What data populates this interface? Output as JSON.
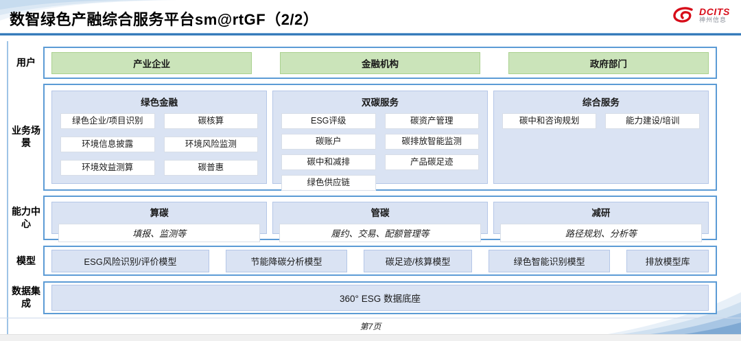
{
  "header": {
    "title": "数智绿色产融综合服务平台sm@rtGF（2/2）",
    "logo": {
      "brand": "DCITS",
      "subbrand": "神州信息"
    }
  },
  "rows": {
    "users": {
      "label": "用户",
      "items": [
        "产业企业",
        "金融机构",
        "政府部门"
      ]
    },
    "scenarios": {
      "label": "业务场景",
      "columns": [
        {
          "title": "绿色金融",
          "items": [
            "绿色企业/项目识别",
            "碳核算",
            "环境信息披露",
            "环境风险监测",
            "环境效益测算",
            "碳普惠"
          ]
        },
        {
          "title": "双碳服务",
          "items": [
            "ESG评级",
            "碳资产管理",
            "碳账户",
            "碳排放智能监测",
            "碳中和减排",
            "产品碳足迹",
            "绿色供应链"
          ]
        },
        {
          "title": "综合服务",
          "items": [
            "碳中和咨询规划",
            "能力建设/培训"
          ]
        }
      ]
    },
    "capabilities": {
      "label": "能力中心",
      "items": [
        {
          "title": "算碳",
          "desc": "填报、监测等"
        },
        {
          "title": "管碳",
          "desc": "履约、交易、配额管理等"
        },
        {
          "title": "减研",
          "desc": "路径规划、分析等"
        }
      ]
    },
    "models": {
      "label": "模型",
      "items": [
        "ESG风险识别/评价模型",
        "节能降碳分析模型",
        "碳足迹/核算模型",
        "绿色智能识别模型",
        "排放模型库"
      ]
    },
    "data_integration": {
      "label": "数据集成",
      "items": [
        "360° ESG 数据底座"
      ]
    }
  },
  "footer": {
    "page": "第7页"
  },
  "colors": {
    "accent_blue": "#2E75B6",
    "container_border": "#5B9BD5",
    "green_fill": "#CBE4BA",
    "green_border": "#A9D18E",
    "panel_fill": "#DAE3F3",
    "panel_border": "#B4C6E7",
    "brand_red": "#D70C19"
  }
}
